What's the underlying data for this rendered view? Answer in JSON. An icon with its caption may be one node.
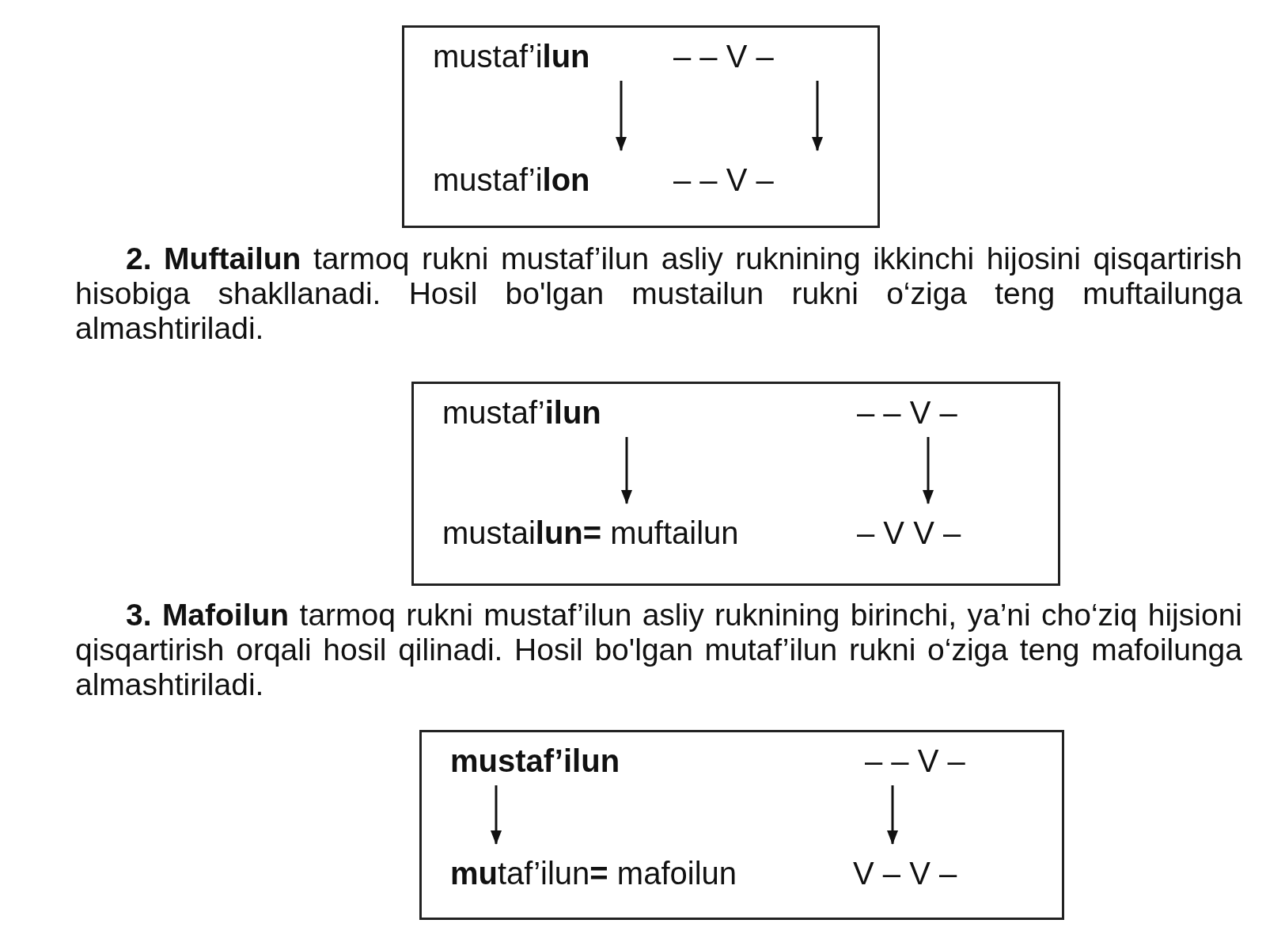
{
  "diagram": {
    "nodes": [
      {
        "text": [],
        "shape": "box"
      },
      {
        "text": [
          "mustaf’i**lun**"
        ],
        "in": 0
      },
      {
        "text": [
          "– – V –"
        ],
        "in": 0
      },
      {
        "text": [
          "mustaf’i**lon**"
        ],
        "in": 0
      },
      {
        "text": [
          "– – V –"
        ],
        "in": 0
      },
      {
        "text": [],
        "shape": "box"
      },
      {
        "text": [
          "mustaf’**ilun**"
        ],
        "in": 5
      },
      {
        "text": [
          "– – V –"
        ],
        "in": 5
      },
      {
        "text": [
          "mustai**lun=** muftailun"
        ],
        "in": 5
      },
      {
        "text": [
          "– V V –"
        ],
        "in": 5
      },
      {
        "text": [],
        "shape": "box"
      },
      {
        "text": [
          "**mustaf’ilun**"
        ],
        "in": 10
      },
      {
        "text": [
          "– – V –"
        ],
        "in": 10
      },
      {
        "text": [
          "**mu**taf’ilun**=** mafoilun"
        ],
        "in": 10
      },
      {
        "text": [
          "V – V –"
        ],
        "in": 10
      }
    ],
    "edges": [
      {
        "from": 1,
        "to": 3,
        "arrow": "to"
      },
      {
        "from": 2,
        "to": 4,
        "arrow": "to"
      },
      {
        "from": 6,
        "to": 8,
        "arrow": "to"
      },
      {
        "from": 7,
        "to": 9,
        "arrow": "to"
      },
      {
        "from": 11,
        "to": 13,
        "arrow": "to"
      },
      {
        "from": 12,
        "to": 14,
        "arrow": "to"
      }
    ],
    "labels": [
      "**2. Muftailun** tarmoq rukni mustaf’ilun asliy ruknining ikkinchi hijosini qisqartirish hisobiga shakllanadi. Hosil bo'lgan mustailun rukni o‘ziga teng muftailunga almashtiriladi.",
      "**3. Mafoilun** tarmoq rukni mustaf’ilun asliy ruknining birinchi, ya’ni cho‘ziq hijsioni qisqartirish orqali hosil qilinadi. Hosil bo'lgan mutaf’ilun rukni o‘ziga teng mafoilunga almashtiriladi."
    ]
  }
}
